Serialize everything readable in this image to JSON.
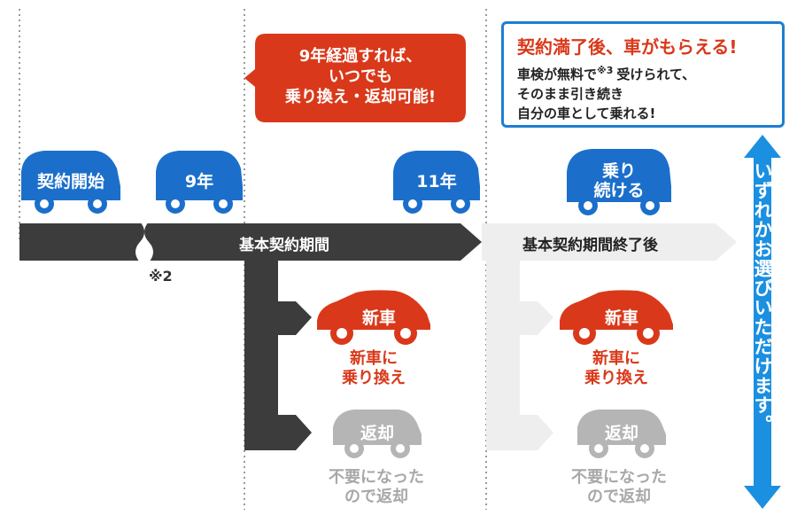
{
  "milestones": {
    "start": "契約開始",
    "year9": "9年",
    "year11": "11年",
    "keep_riding": [
      "乗り",
      "続ける"
    ]
  },
  "bars": {
    "basic_period": "基本契約期間",
    "after_period": "基本契約期間終了後",
    "note": "※2"
  },
  "callout_red": {
    "lines": [
      "9年経過すれば、",
      "いつでも",
      "乗り換え・返却可能!"
    ]
  },
  "info_box": {
    "title": "契約満了後、車がもらえる!",
    "line1_a": "車検が無料で",
    "line1_note": "※3",
    "line1_b": "受けられて、",
    "line2": "そのまま引き続き",
    "line3": "自分の車として乗れる!"
  },
  "choices": {
    "new_car_label": "新車",
    "new_car_caption": [
      "新車に",
      "乗り換え"
    ],
    "return_label": "返却",
    "return_caption": [
      "不要になった",
      "ので返却"
    ]
  },
  "vertical_text": "いずれかお選びいただけます。",
  "colors": {
    "blue": "#1b6fcb",
    "red": "#d9391a",
    "dark_bar": "#3c3c3c",
    "light_bar": "#eeeeee",
    "gray_car": "#b5b5b5",
    "arrow_blue": "#1b8fe0"
  }
}
